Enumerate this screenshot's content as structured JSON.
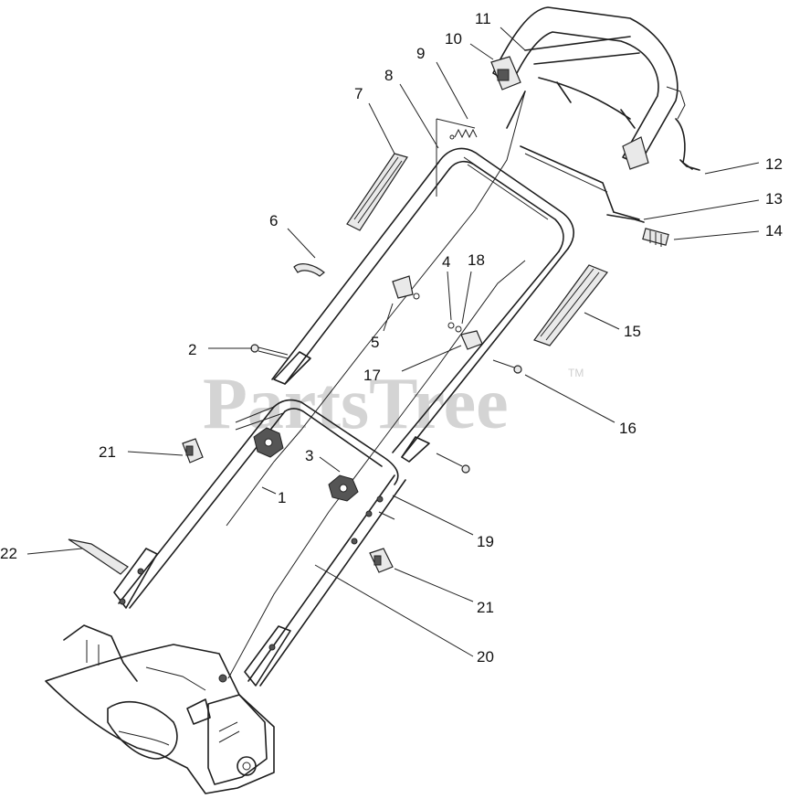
{
  "watermark": {
    "text": "PartsTree",
    "trademark": "TM"
  },
  "callouts": [
    {
      "id": "1",
      "label": "1"
    },
    {
      "id": "2",
      "label": "2"
    },
    {
      "id": "3",
      "label": "3"
    },
    {
      "id": "4",
      "label": "4"
    },
    {
      "id": "5",
      "label": "5"
    },
    {
      "id": "6",
      "label": "6"
    },
    {
      "id": "7",
      "label": "7"
    },
    {
      "id": "8",
      "label": "8"
    },
    {
      "id": "9",
      "label": "9"
    },
    {
      "id": "10",
      "label": "10"
    },
    {
      "id": "11",
      "label": "11"
    },
    {
      "id": "12",
      "label": "12"
    },
    {
      "id": "13",
      "label": "13"
    },
    {
      "id": "14",
      "label": "14"
    },
    {
      "id": "15",
      "label": "15"
    },
    {
      "id": "16",
      "label": "16"
    },
    {
      "id": "17",
      "label": "17"
    },
    {
      "id": "18",
      "label": "18"
    },
    {
      "id": "19",
      "label": "19"
    },
    {
      "id": "20",
      "label": "20"
    },
    {
      "id": "21a",
      "label": "21"
    },
    {
      "id": "21b",
      "label": "21"
    },
    {
      "id": "22",
      "label": "22"
    }
  ]
}
